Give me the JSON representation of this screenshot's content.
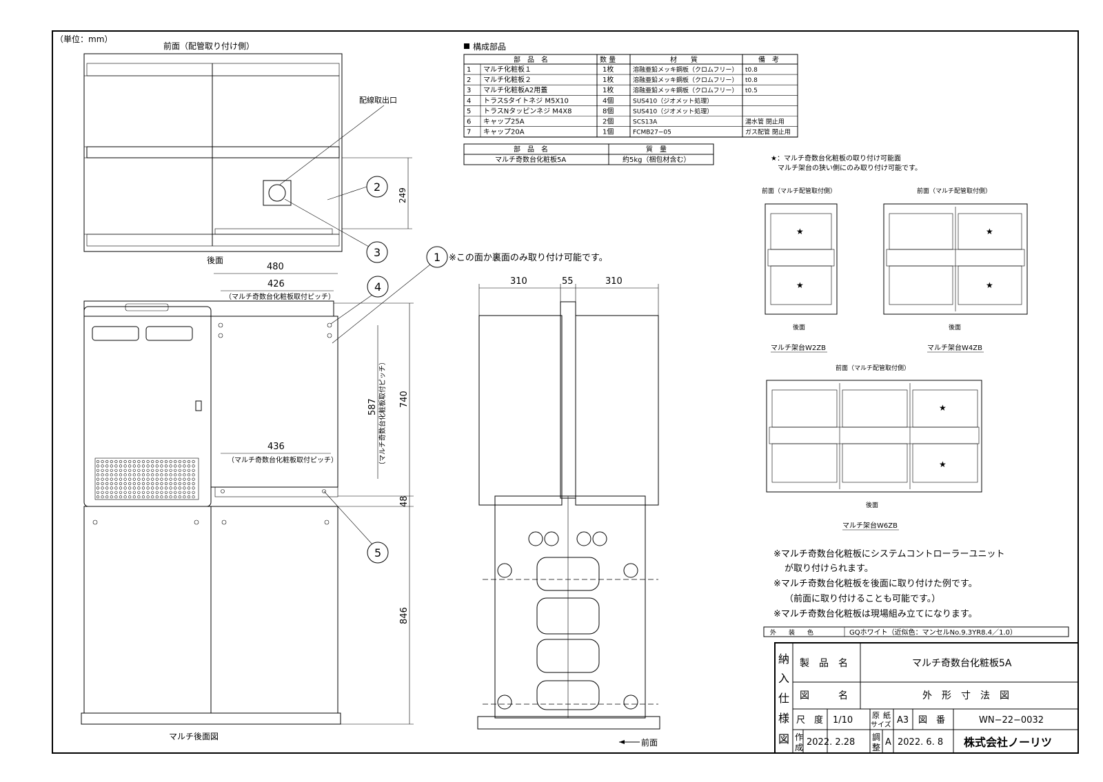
{
  "unit_label": "（単位：mm）",
  "top_view": {
    "front_label": "前面（配管取り付け側）",
    "rear_label": "後面",
    "wire_outlet_label": "配線取出口",
    "dim_249": "249"
  },
  "callouts": [
    "1",
    "2",
    "3",
    "4",
    "5"
  ],
  "mount_note": "※この面か裏面のみ取り付け可能です。",
  "rear_view": {
    "dim_480": "480",
    "dim_426": "426",
    "pitch_label": "（マルチ奇数台化粧板取付ピッチ）",
    "dim_436": "436",
    "dim_587": "587",
    "pitch_label_vertical": "（マルチ奇数台化粧板取付ピッチ）",
    "dim_740": "740",
    "dim_48": "48",
    "dim_846": "846",
    "caption": "マルチ後面図"
  },
  "side_view": {
    "dim_310a": "310",
    "dim_55": "55",
    "dim_310b": "310",
    "front_arrow_label": "前面"
  },
  "parts_table": {
    "title": "構成部品",
    "headers": [
      "部　品　名",
      "数 量",
      "材　　質",
      "備　考"
    ],
    "rows": [
      {
        "no": "1",
        "name": "マルチ化粧板１",
        "qty": "1枚",
        "material": "溶融亜鉛メッキ鋼板（クロムフリー）",
        "note": "t0.8"
      },
      {
        "no": "2",
        "name": "マルチ化粧板２",
        "qty": "1枚",
        "material": "溶融亜鉛メッキ鋼板（クロムフリー）",
        "note": "t0.8"
      },
      {
        "no": "3",
        "name": "マルチ化粧板A2用蓋",
        "qty": "1枚",
        "material": "溶融亜鉛メッキ鋼板（クロムフリー）",
        "note": "t0.5"
      },
      {
        "no": "4",
        "name": "トラスSタイトネジ M5X10",
        "qty": "4個",
        "material": "SUS410（ジオメット処理）",
        "note": ""
      },
      {
        "no": "5",
        "name": "トラスNタッピンネジ M4X8",
        "qty": "8個",
        "material": "SUS410（ジオメット処理）",
        "note": ""
      },
      {
        "no": "6",
        "name": "キャップ25A",
        "qty": "2個",
        "material": "SCS13A",
        "note": "湯水管 閉止用"
      },
      {
        "no": "7",
        "name": "キャップ20A",
        "qty": "1個",
        "material": "FCMB27−05",
        "note": "ガス配管 閉止用"
      }
    ]
  },
  "mass_table": {
    "headers": [
      "部　品　名",
      "質　量"
    ],
    "row": {
      "name": "マルチ奇数台化粧板5A",
      "mass": "約5kg（梱包材含む）"
    }
  },
  "star_note": {
    "line1": "★：マルチ奇数台化粧板の取り付け可能面",
    "line2": "マルチ架台の狭い側にのみ取り付け可能です。"
  },
  "stands": [
    {
      "front": "前面（マルチ配管取付側）",
      "rear": "後面",
      "name": "マルチ架台W2ZB"
    },
    {
      "front": "前面（マルチ配管取付側）",
      "rear": "後面",
      "name": "マルチ架台W4ZB"
    },
    {
      "front": "前面（マルチ配管取付側）",
      "rear": "後面",
      "name": "マルチ架台W6ZB"
    }
  ],
  "notes": [
    "※マルチ奇数台化粧板にシステムコントローラーユニット",
    "が取り付けられます。",
    "※マルチ奇数台化粧板を後面に取り付けた例です。",
    "（前面に取り付けることも可能です。）",
    "※マルチ奇数台化粧板は現場組み立てになります。"
  ],
  "color_row": {
    "label": "外　　装　　色",
    "value": "GQホワイト（近似色：マンセルNo.9.3YR8.4／1.0）"
  },
  "title_block": {
    "vertical": [
      "納",
      "入",
      "仕",
      "様",
      "図"
    ],
    "product_label": "製　品　名",
    "product_name": "マルチ奇数台化粧板5A",
    "drawing_label": "図　　　名",
    "drawing_name": "外　形　寸　法　図",
    "scale_label": "尺　度",
    "scale": "1/10",
    "paper_label1": "原",
    "paper_label2": "紙",
    "paper_label3": "サイズ",
    "paper": "A3",
    "number_label": "図　番",
    "number": "WN−22−0032",
    "made_label1": "作",
    "made_label2": "成",
    "made_date": "2022. 2.28",
    "adj_label1": "調",
    "adj_label2": "整",
    "rev": "A",
    "adj_date": "2022. 6. 8",
    "company": "株式会社ノーリツ"
  }
}
